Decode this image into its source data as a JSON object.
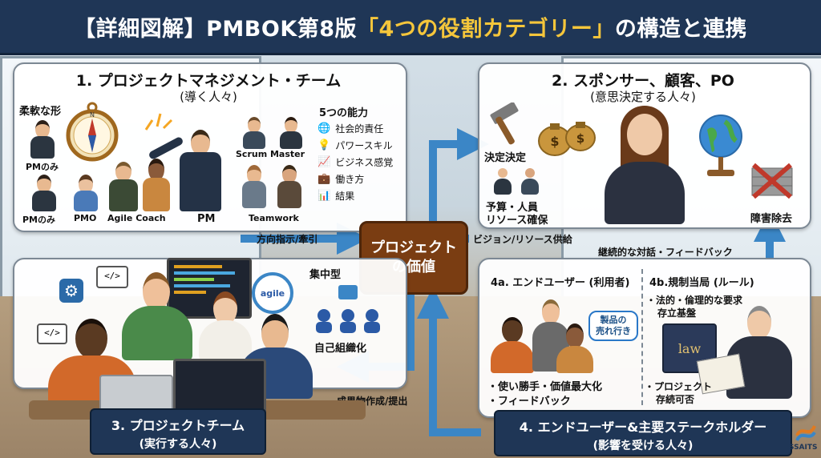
{
  "title": {
    "prefix": "【詳細図解】PMBOK第8版",
    "highlight": "「4つの役割カテゴリー」",
    "suffix": "の構造と連携"
  },
  "center": {
    "line1": "プロジェクト",
    "line2": "の価値"
  },
  "panel1": {
    "title": "1. プロジェクトマネジメント・チーム",
    "subtitle": "(導く人々)",
    "flex_label": "柔軟な形",
    "labels": {
      "pm_only_1": "PMのみ",
      "pm_only_2": "PMのみ",
      "pmo": "PMO",
      "agile_coach": "Agile Coach",
      "pm": "PM",
      "scrum_master": "Scrum Master",
      "teamwork": "Teamwork"
    },
    "abilities_title": "5つの能力",
    "abilities": [
      "社会的責任",
      "パワースキル",
      "ビジネス感覚",
      "働き方",
      "結果"
    ]
  },
  "panel2": {
    "title": "2. スポンサー、顧客、PO",
    "subtitle": "(意思決定する人々)",
    "decision": "決定決定",
    "budget_line1": "予算・人員",
    "budget_line2": "リソース確保",
    "obstacle": "障害除去"
  },
  "panel3": {
    "title": "3. プロジェクトチーム",
    "subtitle": "(実行する人々)",
    "centralized": "集中型",
    "self_org": "自己組織化",
    "agile_badge": "agile"
  },
  "panel4": {
    "title": "4. エンドユーザー&主要ステークホルダー",
    "subtitle": "(影響を受ける人々)",
    "a_title": "4a. エンドユーザー (利用者)",
    "a_bubble_1": "製品の",
    "a_bubble_2": "売れ行き",
    "a_points": [
      "・使い勝手・価値最大化",
      "・フィードバック"
    ],
    "b_title": "4b.規制当局 (ルール)",
    "b_points_1": [
      "・法的・倫理的な要求",
      "存立基盤"
    ],
    "b_points_2": [
      "・プロジェクト",
      "存続可否"
    ],
    "law": "law"
  },
  "arrows": {
    "direction": "方向指示/牽引",
    "vision": "ビジョン/リソース供給",
    "dialogue": "継続的な対話・フィードバック",
    "deliverable": "成果物作成/提出"
  },
  "logo": "SSAITS",
  "colors": {
    "header": "#1f3656",
    "accent": "#f5c63b",
    "arrow": "#3b86c6",
    "center": "#7a3d12"
  }
}
